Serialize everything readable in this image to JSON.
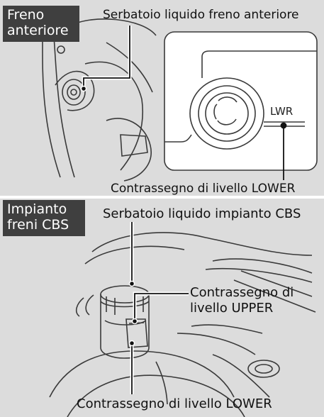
{
  "sections": [
    {
      "tag_lines": [
        "Freno",
        "anteriore"
      ],
      "callouts": {
        "reservoir": "Serbatoio liquido freno anteriore",
        "lower_mark": "Contrassegno di livello LOWER"
      },
      "inset_mark": "LWR"
    },
    {
      "tag_lines": [
        "Impianto",
        "freni CBS"
      ],
      "callouts": {
        "reservoir": "Serbatoio liquido impianto CBS",
        "upper_mark": [
          "Contrassegno di",
          "livello UPPER"
        ],
        "lower_mark": "Contrassegno di livello LOWER"
      }
    }
  ],
  "colors": {
    "panel_background": "#dcdcdc",
    "tag_background": "#3f3f3f",
    "tag_text": "#ffffff",
    "line_art": "#3a3a3a",
    "inset_background": "#ffffff"
  }
}
